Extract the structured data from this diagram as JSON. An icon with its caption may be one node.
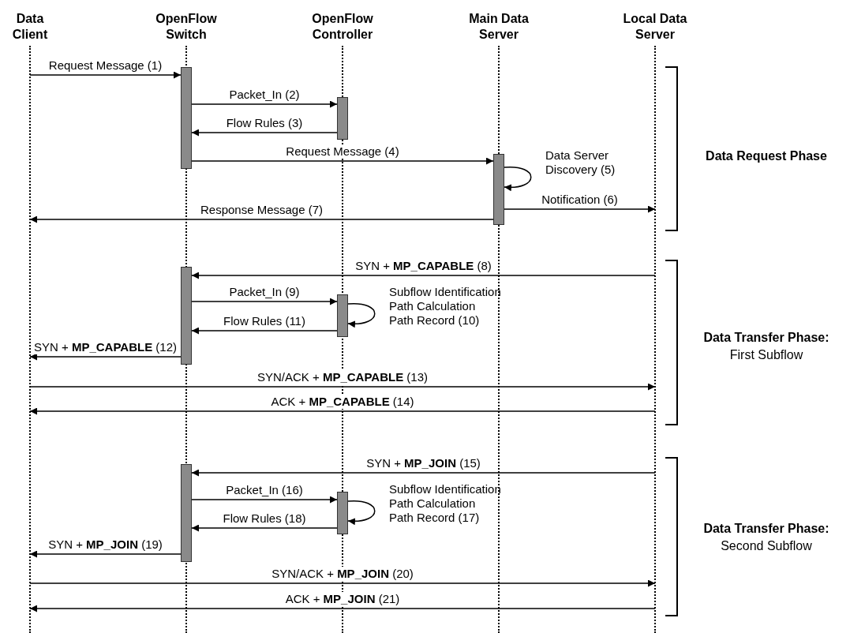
{
  "diagram": {
    "nodes": [
      {
        "text": [
          "Data Client"
        ]
      },
      {
        "text": [
          "OpenFlow Switch"
        ]
      },
      {
        "text": [
          "OpenFlow Controller"
        ]
      },
      {
        "text": [
          "Main Data Server"
        ]
      },
      {
        "text": [
          "Local Data Server"
        ]
      },
      {
        "text": [],
        "shape": "bar"
      },
      {
        "text": [],
        "shape": "bar"
      },
      {
        "text": [],
        "shape": "bar"
      },
      {
        "text": [],
        "shape": "bar"
      },
      {
        "text": [],
        "shape": "bar"
      },
      {
        "text": [],
        "shape": "bar"
      },
      {
        "text": [],
        "shape": "bar"
      }
    ],
    "edges": [
      {
        "from": 0,
        "to": 5,
        "arrow": "to",
        "label": "Request Message (1)"
      },
      {
        "from": 5,
        "to": 6,
        "arrow": "to",
        "label": "Packet_In  (2)"
      },
      {
        "from": 6,
        "to": 5,
        "arrow": "to",
        "label": "Flow Rules (3)"
      },
      {
        "from": 5,
        "to": 7,
        "arrow": "to",
        "label": "Request Message  (4)"
      },
      {
        "from": 7,
        "to": 7,
        "arrow": "to",
        "label": "Data Server Discovery (5)"
      },
      {
        "from": 7,
        "to": 4,
        "arrow": "to",
        "label": "Notification  (6)"
      },
      {
        "from": 7,
        "to": 0,
        "arrow": "to",
        "label": "Response Message (7)"
      },
      {
        "from": 4,
        "to": 8,
        "arrow": "to",
        "label": "SYN + **MP_CAPABLE** (8)"
      },
      {
        "from": 8,
        "to": 9,
        "arrow": "to",
        "label": "Packet_In  (9)"
      },
      {
        "from": 9,
        "to": 9,
        "arrow": "to",
        "label": "Subflow Identification Path Calculation Path Record (10)"
      },
      {
        "from": 9,
        "to": 8,
        "arrow": "to",
        "label": "Flow Rules (11)"
      },
      {
        "from": 8,
        "to": 0,
        "arrow": "to",
        "label": "SYN + **MP_CAPABLE** (12)"
      },
      {
        "from": 0,
        "to": 4,
        "arrow": "to",
        "label": "SYN/ACK + **MP_CAPABLE** (13)"
      },
      {
        "from": 4,
        "to": 0,
        "arrow": "to",
        "label": "ACK + **MP_CAPABLE** (14)"
      },
      {
        "from": 4,
        "to": 10,
        "arrow": "to",
        "label": "SYN + **MP_JOIN** (15)"
      },
      {
        "from": 10,
        "to": 11,
        "arrow": "to",
        "label": "Packet_In  (16)"
      },
      {
        "from": 11,
        "to": 11,
        "arrow": "to",
        "label": "Subflow Identification Path Calculation Path Record (17)"
      },
      {
        "from": 11,
        "to": 10,
        "arrow": "to",
        "label": "Flow Rules  (18)"
      },
      {
        "from": 10,
        "to": 0,
        "arrow": "to",
        "label": "SYN + **MP_JOIN** (19)"
      },
      {
        "from": 0,
        "to": 4,
        "arrow": "to",
        "label": "SYN/ACK + **MP_JOIN** (20)"
      },
      {
        "from": 4,
        "to": 0,
        "arrow": "to",
        "label": "ACK + **MP_JOIN** (21)"
      }
    ],
    "labels": [
      "Data Request Phase",
      "Data Transfer Phase:",
      "First Subflow",
      "Data Transfer Phase:",
      "Second Subflow"
    ]
  }
}
